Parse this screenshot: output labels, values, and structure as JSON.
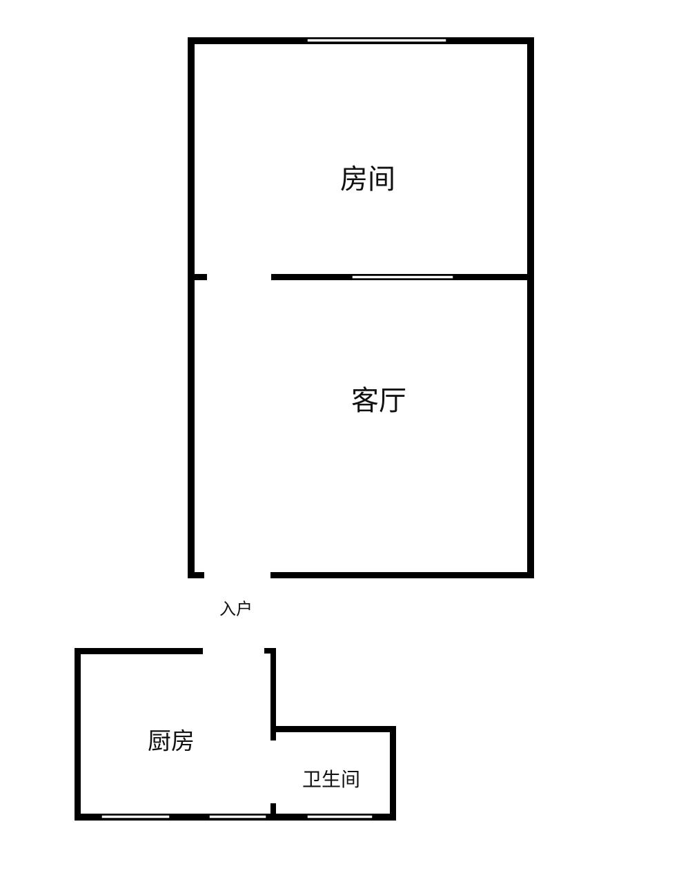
{
  "rooms": {
    "bedroom": "房间",
    "living_room": "客厅",
    "entrance": "入户",
    "kitchen": "厨房",
    "bathroom": "卫生间"
  },
  "colors": {
    "wall": "#000000",
    "window_fill": "#ffffff",
    "background": "#ffffff"
  }
}
